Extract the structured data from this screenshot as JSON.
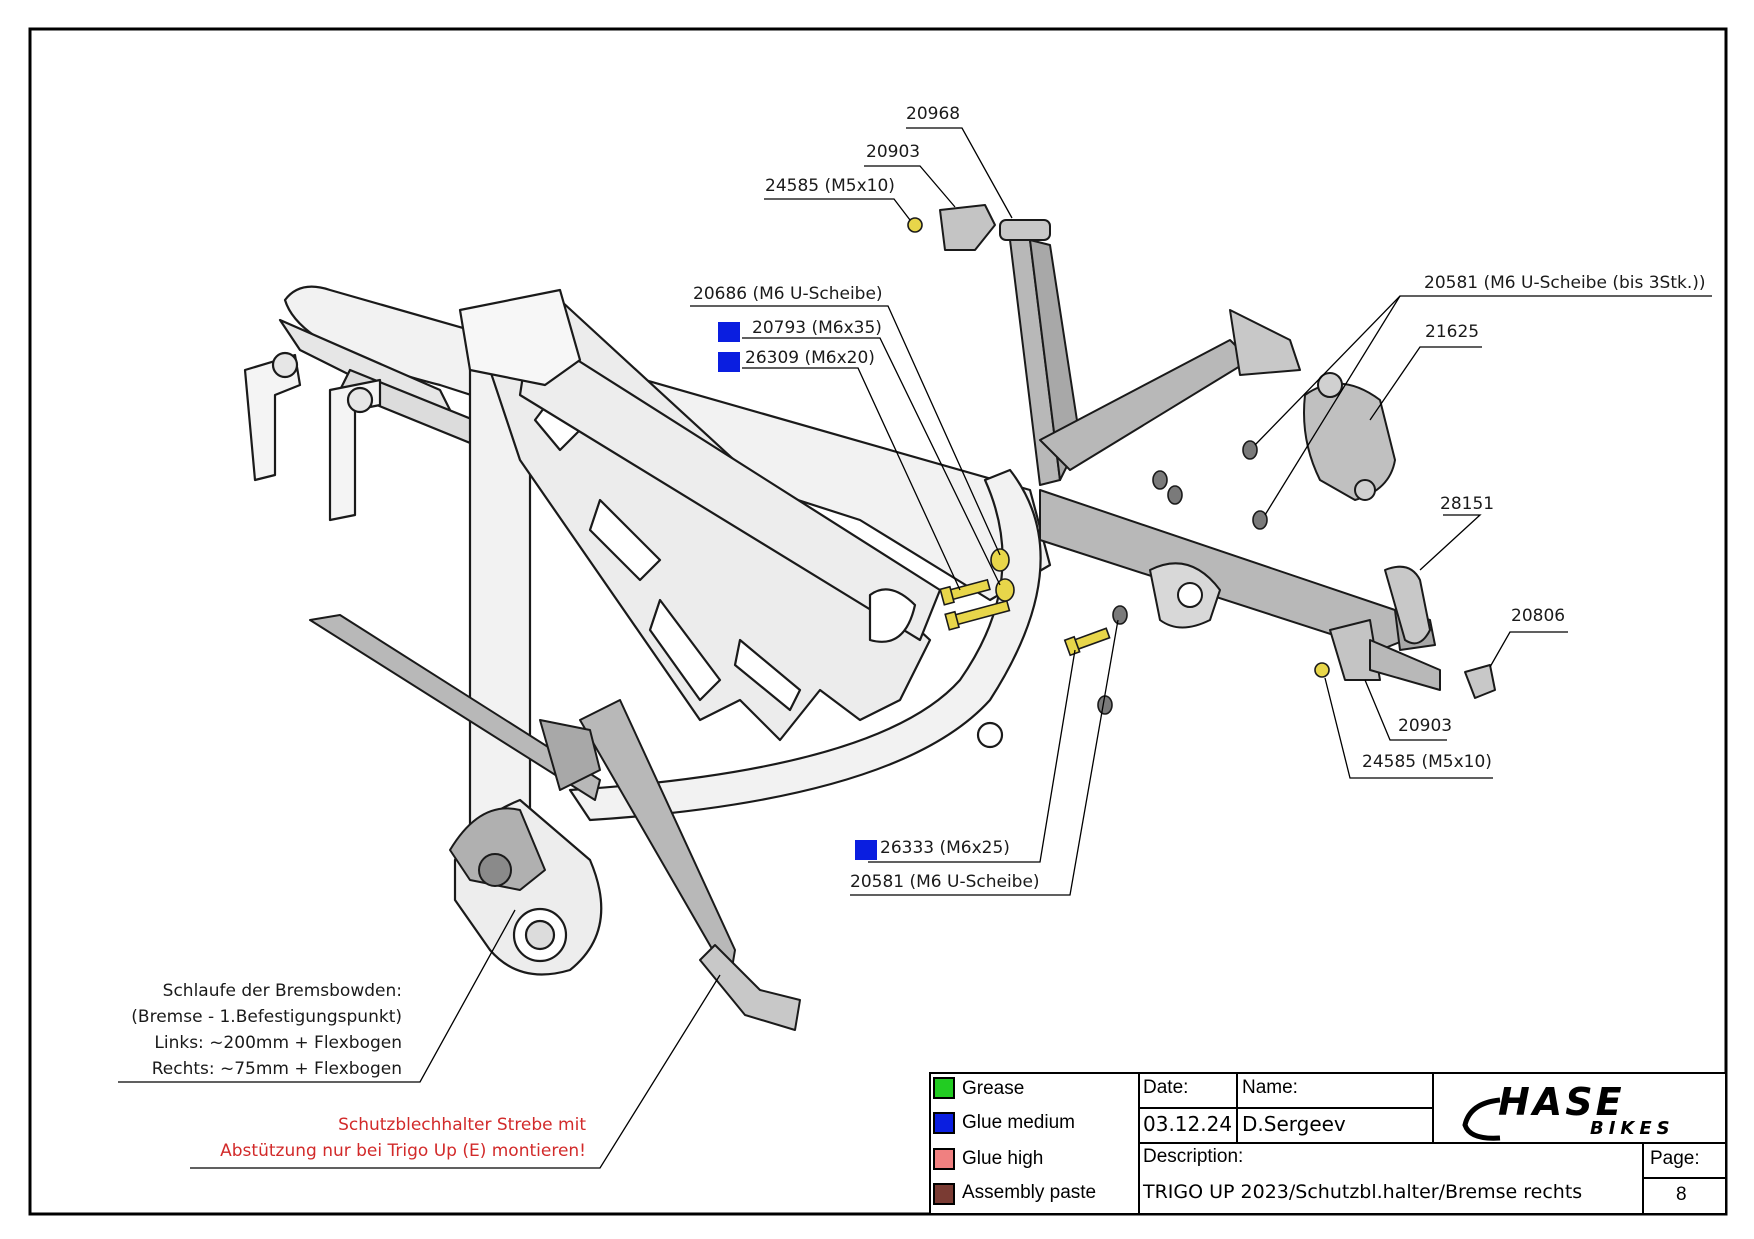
{
  "callouts": [
    {
      "name": "callout-20968",
      "text": "20968"
    },
    {
      "name": "callout-20903-top",
      "text": "20903"
    },
    {
      "name": "callout-24585-top",
      "text": "24585 (M5x10)"
    },
    {
      "name": "callout-20686",
      "text": "20686 (M6 U-Scheibe)"
    },
    {
      "name": "callout-20793",
      "text": "20793 (M6x35)"
    },
    {
      "name": "callout-26309",
      "text": "26309 (M6x20)"
    },
    {
      "name": "callout-20581-top",
      "text": "20581 (M6 U-Scheibe (bis 3Stk.))"
    },
    {
      "name": "callout-21625",
      "text": "21625"
    },
    {
      "name": "callout-28151",
      "text": "28151"
    },
    {
      "name": "callout-20806",
      "text": "20806"
    },
    {
      "name": "callout-20903-bottom",
      "text": "20903"
    },
    {
      "name": "callout-24585-bottom",
      "text": "24585 (M5x10)"
    },
    {
      "name": "callout-26333",
      "text": "26333 (M6x25)"
    },
    {
      "name": "callout-20581-bottom",
      "text": "20581 (M6 U-Scheibe)"
    }
  ],
  "notes": {
    "brake_cable": [
      "Schlaufe der Bremsbowden:",
      "(Bremse - 1.Befestigungspunkt)",
      "Links: ~200mm + Flexbogen",
      "Rechts: ~75mm + Flexbogen"
    ],
    "mudguard": [
      "Schutzblechhalter Strebe mit",
      "Abstützung nur bei Trigo Up (E) montieren!"
    ]
  },
  "legend": [
    {
      "label": "Grease",
      "color": "#22cc22"
    },
    {
      "label": "Glue medium",
      "color": "#0a1ee0"
    },
    {
      "label": "Glue high",
      "color": "#f08080"
    },
    {
      "label": "Assembly paste",
      "color": "#7a3b33"
    }
  ],
  "title_block": {
    "date_label": "Date:",
    "date_value": "03.12.24",
    "name_label": "Name:",
    "name_value": "D.Sergeev",
    "description_label": "Description:",
    "description_value": "TRIGO UP 2023/Schutzbl.halter/Bremse rechts",
    "page_label": "Page:",
    "page_value": "8",
    "logo_main": "HASE",
    "logo_sub": "BIKES"
  },
  "colors": {
    "glue_medium_marker": "#0a1ee0",
    "note_red": "#d22a2a",
    "frame_fill": "#f2f2f2",
    "part_fill": "#b8b8b8",
    "bolt_fill": "#e8d64a"
  },
  "icons": [
    "hase-bikes-logo"
  ]
}
